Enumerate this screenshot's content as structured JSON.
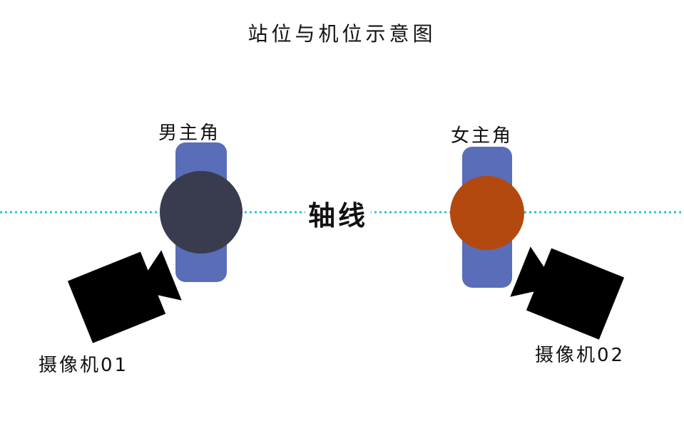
{
  "title": "站位与机位示意图",
  "axis": {
    "label": "轴线",
    "color": "#29c4d8"
  },
  "actors": [
    {
      "label": "男主角",
      "head_color": "#383c4e",
      "body_color": "#5a6db8"
    },
    {
      "label": "女主角",
      "head_color": "#b3490e",
      "body_color": "#5a6db8"
    }
  ],
  "cameras": [
    {
      "label": "摄像机01",
      "icon": "video-camera-icon",
      "color": "#000000"
    },
    {
      "label": "摄像机02",
      "icon": "video-camera-icon",
      "color": "#000000"
    }
  ]
}
